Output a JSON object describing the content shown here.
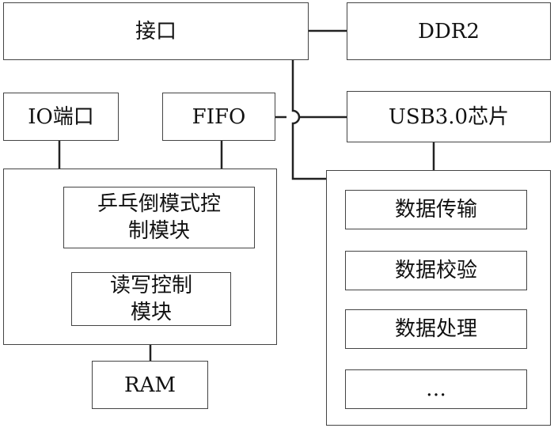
{
  "blocks": {
    "interface": "接口",
    "ddr2": "DDR2",
    "io_port": "IO端口",
    "fifo": "FIFO",
    "usb_chip": "USB3.0芯片",
    "pingpong": "乒乓倒模式控\n制模块",
    "rw_control": "读写控制\n模块",
    "ram": "RAM",
    "data_transfer": "数据传输",
    "data_verify": "数据校验",
    "data_process": "数据处理",
    "ellipsis": "…"
  }
}
